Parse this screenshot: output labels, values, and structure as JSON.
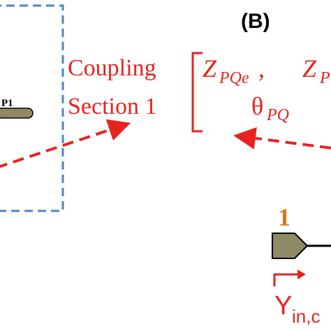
{
  "panel_label": "(B)",
  "coupling_label": {
    "line1": "Coupling",
    "line2": "Section 1"
  },
  "parameters": {
    "z_even": {
      "symbol": "Z",
      "subscript": "PQe",
      "suffix": ","
    },
    "z_odd_partial": {
      "symbol": "Z",
      "subscript": "P"
    },
    "theta": {
      "symbol": "θ",
      "subscript": "PQ"
    }
  },
  "left_connector_label": "P1",
  "port_number": "1",
  "admittance_label": {
    "symbol": "Y",
    "subscript": "in,c"
  },
  "colors": {
    "red": "#e8221f",
    "blue_dash": "#4a86c8",
    "orange": "#d2791b",
    "tan": "#8f8a64",
    "black": "#000000"
  }
}
